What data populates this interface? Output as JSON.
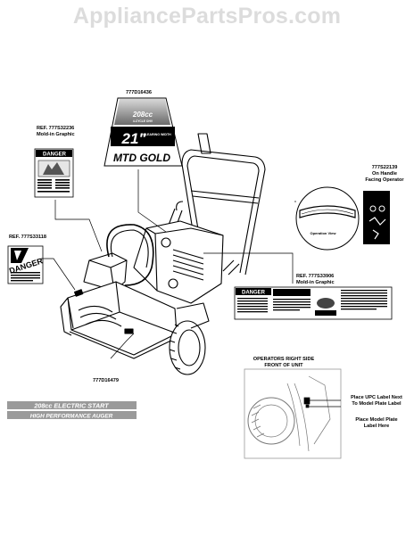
{
  "watermark": "AppliancePartsPros.com",
  "labels": {
    "decal_top": "777D16436",
    "ref_232236": {
      "line1": "REF. 777S32236",
      "line2": "Mold-in Graphic"
    },
    "ref_33118": "REF. 777S33118",
    "ref_33906": {
      "line1": "REF. 777S33906",
      "line2": "Mold-in Graphic"
    },
    "decal_bottom": "777D16479",
    "handle_label": {
      "line1": "777S22139",
      "line2": "On Handle",
      "line3": "Facing Operator"
    },
    "operators_right_side": {
      "line1": "OPERATORS RIGHT SIDE",
      "line2": "FRONT OF UNIT"
    },
    "upc_note": {
      "line1": "Place UPC Label Next",
      "line2": "To Model Plate Label"
    },
    "model_plate_note": {
      "line1": "Place Model Plate",
      "line2": "Label Here"
    },
    "operation_view": "Operation View"
  },
  "decals": {
    "mtd_main": {
      "cc": "208cc",
      "cc_sub": "4-CYCLE OHV",
      "width": "21\"",
      "width_sub": "CLEARING WIDTH",
      "brand": "MTD GOLD"
    },
    "danger_word": "DANGER",
    "danger_small_word": "DANGER",
    "electric_start": "208cc ELECTRIC START",
    "high_performance": "HIGH PERFORMANCE AUGER"
  }
}
